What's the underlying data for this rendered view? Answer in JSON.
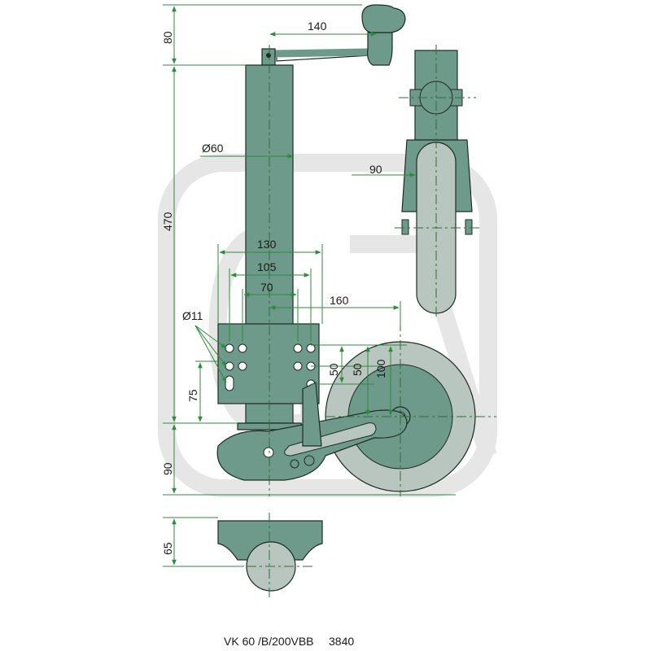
{
  "colors": {
    "part_fill": "#6e9a8c",
    "part_stroke": "#1d2b26",
    "wheel_fill": "#b9c6c0",
    "dim_line": "#2e8a3c",
    "axis_line": "#2e6e3a",
    "watermark": "#e8e8e8"
  },
  "dimensions": {
    "top_80": "80",
    "crank_140": "140",
    "dia_60": "Ø60",
    "height_470": "470",
    "side_90": "90",
    "width_130": "130",
    "width_105": "105",
    "width_70": "70",
    "offset_160": "160",
    "hole_11": "Ø11",
    "vert_50a": "50",
    "vert_50b": "50",
    "vert_100": "100",
    "height_75": "75",
    "bottom_90": "90",
    "bottom_65": "65"
  },
  "caption": {
    "model": "VK 60 /B/200VBB",
    "number": "3840"
  }
}
